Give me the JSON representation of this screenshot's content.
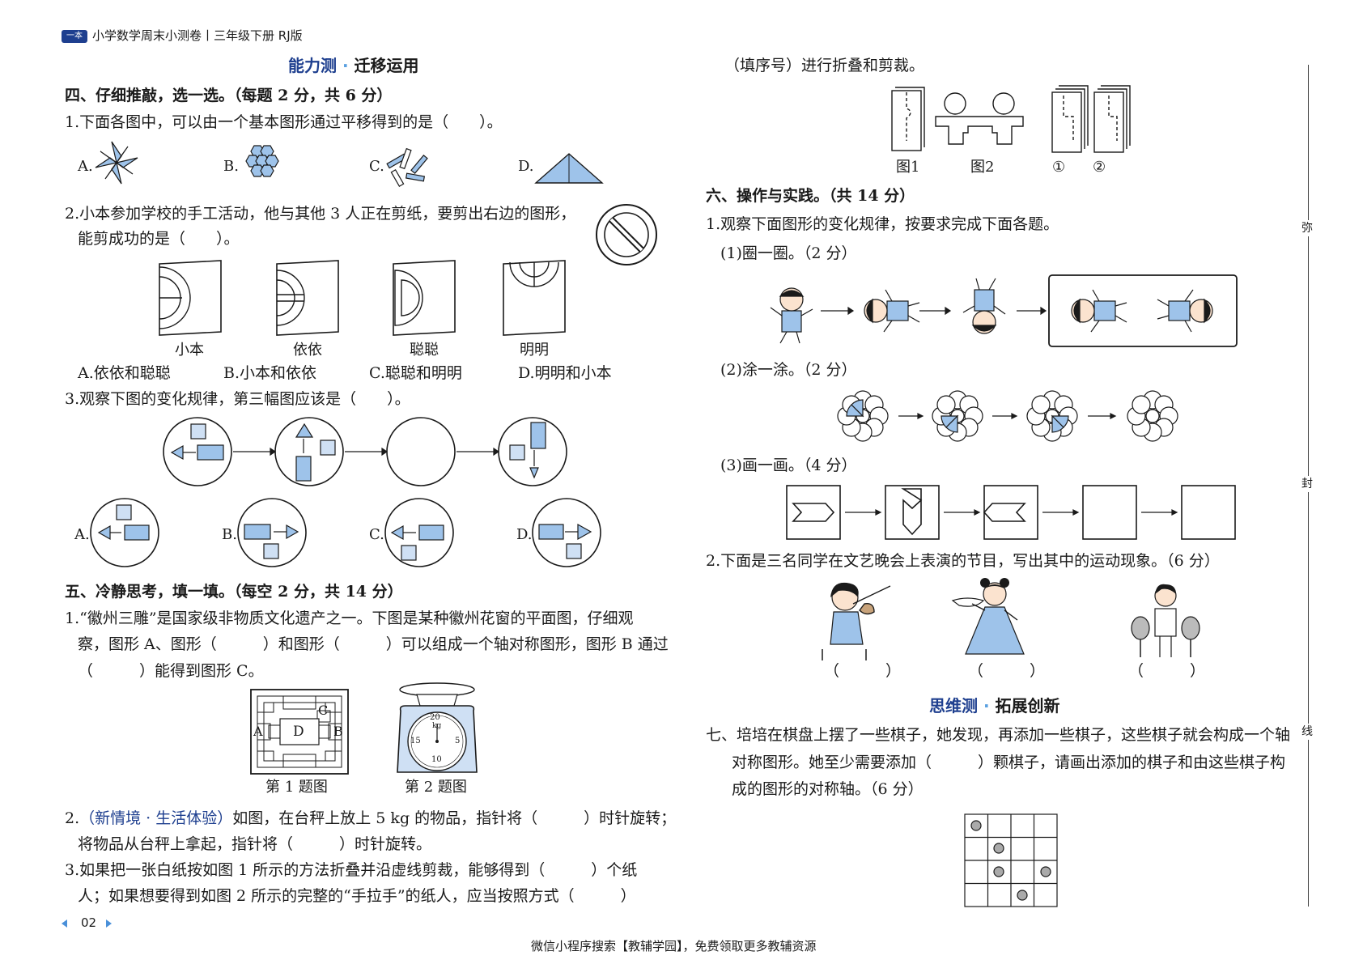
{
  "header": {
    "badge": "一本",
    "text": "小学数学周末小测卷丨三年级下册 RJ版"
  },
  "left": {
    "title_a": "能力测",
    "title_dot": "·",
    "title_b": "迁移运用",
    "sec4": "四、仔细推敲，选一选。（每题 2 分，共 6 分）",
    "q1": "1.下面各图中，可以由一个基本图形通过平移得到的是（　　）。",
    "q1_opts": [
      "A.",
      "B.",
      "C.",
      "D."
    ],
    "q2_l1": "2.小本参加学校的手工活动，他与其他 3 人正在剪纸，要剪出右边的图形，",
    "q2_l2": "能剪成功的是（　　）。",
    "q2_names": [
      "小本",
      "依依",
      "聪聪",
      "明明"
    ],
    "q2_opts": [
      "A.依依和聪聪",
      "B.小本和依依",
      "C.聪聪和明明",
      "D.明明和小本"
    ],
    "q3": "3.观察下图的变化规律，第三幅图应该是（　　）。",
    "q3_opts": [
      "A.",
      "B.",
      "C.",
      "D."
    ],
    "sec5": "五、冷静思考，填一填。（每空 2 分，共 14 分）",
    "p1_l1": "1.“徽州三雕”是国家级非物质文化遗产之一。下图是某种徽州花窗的平面图，仔细观",
    "p1_l2": "察，图形 A、图形（　　　）和图形（　　　）可以组成一个轴对称图形，图形 B 通过",
    "p1_l3": "（　　　）能得到图形 C。",
    "fig1_cap": "第 1 题图",
    "fig2_cap": "第 2 题图",
    "fig1_letters": [
      "A",
      "B",
      "C",
      "D"
    ],
    "scale_nums": [
      "20",
      "kg",
      "15",
      "5",
      "10"
    ],
    "p2_num": "2.",
    "p2_tag": "（新情境 · 生活体验）",
    "p2_l1": "如图，在台秤上放上 5 kg 的物品，指针将（　　　）时针旋转；",
    "p2_l2": "将物品从台秤上拿起，指针将（　　　）时针旋转。",
    "p3_l1": "3.如果把一张白纸按如图 1 所示的方法折叠并沿虚线剪裁，能够得到（　　　）个纸",
    "p3_l2": "人；如果想要得到如图 2 所示的完整的“手拉手”的纸人，应当按照方式（　　　）",
    "page_no": "02"
  },
  "right": {
    "r_top": "（填序号）进行折叠和剪裁。",
    "fold_caps": [
      "图1",
      "图2",
      "①",
      "②"
    ],
    "sec6": "六、操作与实践。（共 14 分）",
    "r1": "1.观察下面图形的变化规律，按要求完成下面各题。",
    "r1a": "(1)圈一圈。（2 分）",
    "r1b": "(2)涂一涂。（2 分）",
    "r1c": "(3)画一画。（4 分）",
    "r2": "2.下面是三名同学在文艺晚会上表演的节目，写出其中的运动现象。（6 分）",
    "r2_blanks": [
      "（　　　）",
      "（　　　）",
      "（　　　）"
    ],
    "title2_a": "思维测",
    "title2_dot": "·",
    "title2_b": "拓展创新",
    "r7_l1": "七、培培在棋盘上摆了一些棋子，她发现，再添加一些棋子，这些棋子就会构成一个轴",
    "r7_l2": "对称图形。她至少需要添加（　　　）颗棋子，请画出添加的棋子和由这些棋子构",
    "r7_l3": "成的图形的对称轴。（6 分）"
  },
  "margin": {
    "c1": "弥",
    "c2": "封",
    "c3": "线"
  },
  "footer": "微信小程序搜索【教辅学园】，免费领取更多教辅资源",
  "colors": {
    "accent_blue": "#1e3f8f",
    "fill_blue": "#9ec3ea"
  }
}
